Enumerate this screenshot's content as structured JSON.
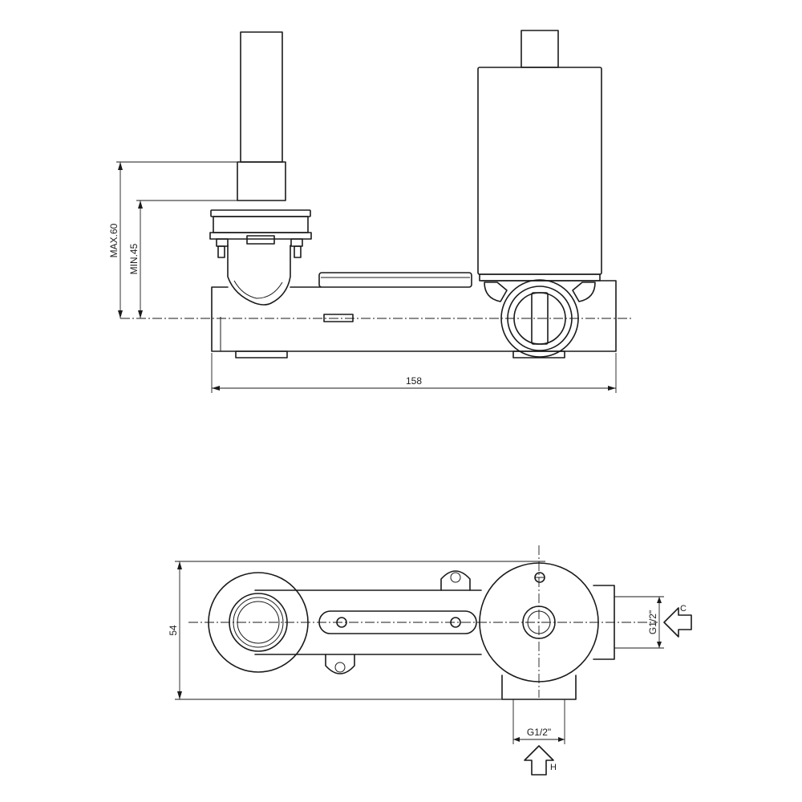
{
  "side_view": {
    "dim_max": "MAX.60",
    "dim_min": "MIN.45",
    "dim_length": "158"
  },
  "top_view": {
    "dim_depth": "54",
    "dim_cold_thread": "G1/2\"",
    "dim_hot_thread": "G1/2\"",
    "label_cold": "C",
    "label_hot": "H"
  }
}
